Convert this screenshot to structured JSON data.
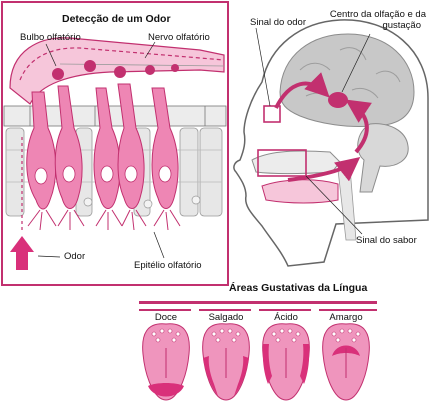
{
  "colors": {
    "magenta": "#c2306f",
    "pink": "#ee86b4",
    "lightpink": "#f6c6da",
    "tongue": "#ef95bd",
    "taste_zone": "#d9307a",
    "grey": "#bdbdbd"
  },
  "smell_panel": {
    "title": "Detecção de um Odor",
    "labels": {
      "olfactory_bulb": "Bulbo olfatório",
      "olfactory_nerve": "Nervo olfatório",
      "odor": "Odor",
      "olfactory_epithelium": "Epitélio olfatório"
    }
  },
  "head_panel": {
    "labels": {
      "odor_signal": "Sinal do odor",
      "center_line1": "Centro da olfação e da",
      "center_line2": "gustação",
      "taste_signal": "Sinal do sabor"
    }
  },
  "tongue_panel": {
    "title": "Áreas Gustativas da Língua",
    "tongues": [
      {
        "label": "Doce",
        "zone": "tip"
      },
      {
        "label": "Salgado",
        "zone": "sides-front"
      },
      {
        "label": "Ácido",
        "zone": "sides-back"
      },
      {
        "label": "Amargo",
        "zone": "back"
      }
    ]
  }
}
